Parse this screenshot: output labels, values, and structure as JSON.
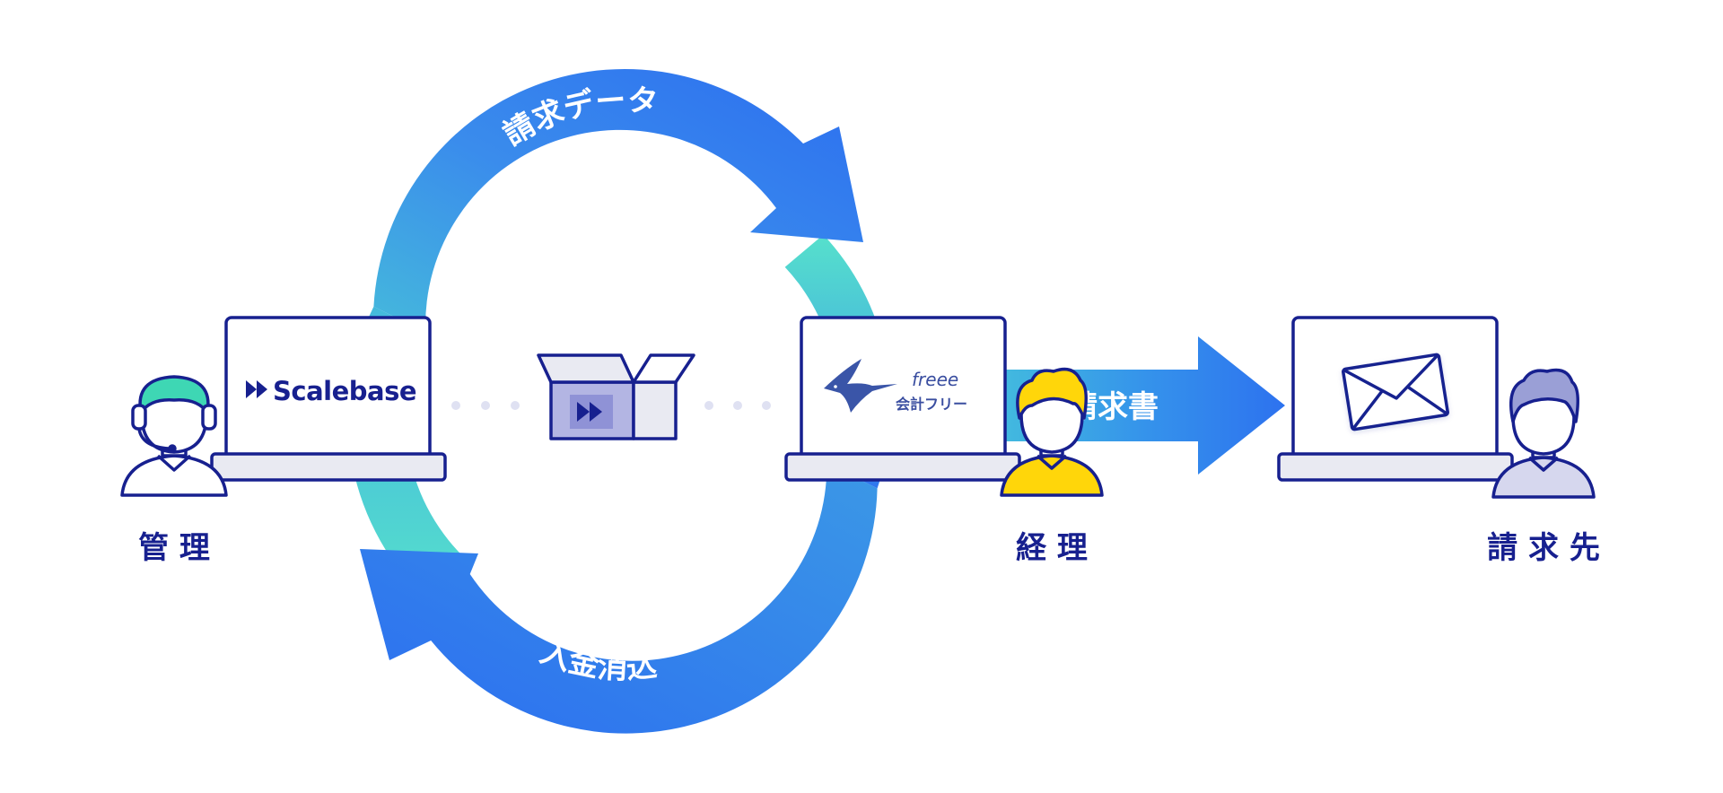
{
  "cycle": {
    "top_label": "請求データ",
    "bottom_label": "入金消込"
  },
  "invoice_arrow": {
    "label": "請求書"
  },
  "scalebase": {
    "logo_text": "Scalebase"
  },
  "freee": {
    "script_text": "freee",
    "product_text": "会計フリー"
  },
  "roles": {
    "management": "管 理",
    "accounting": "経 理",
    "recipient": "請 求 先"
  },
  "colors": {
    "navy": "#17208f",
    "blue": "#2d74ee",
    "teal": "#52dccb",
    "yellow": "#ffd60a",
    "light_gray": "#e9eaf2",
    "box_purple": "#b3b5e3"
  }
}
